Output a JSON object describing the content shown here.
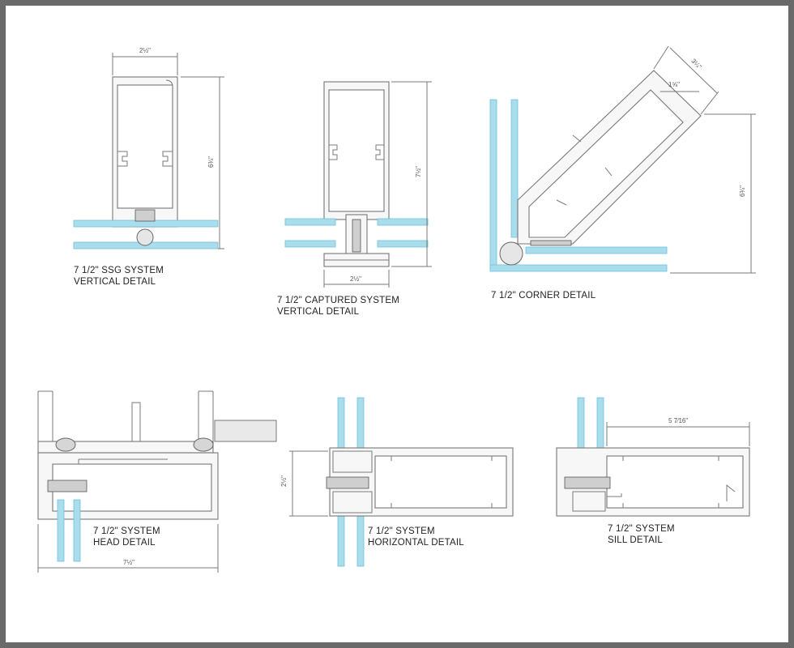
{
  "details": [
    {
      "id": "ssg",
      "lines": [
        "7 1/2\" SSG SYSTEM",
        "VERTICAL DETAIL"
      ]
    },
    {
      "id": "captured",
      "lines": [
        "7 1/2\" CAPTURED SYSTEM",
        "VERTICAL DETAIL"
      ]
    },
    {
      "id": "corner",
      "lines": [
        "7 1/2\" CORNER DETAIL"
      ]
    },
    {
      "id": "head",
      "lines": [
        "7 1/2\" SYSTEM",
        "HEAD DETAIL"
      ]
    },
    {
      "id": "horizontal",
      "lines": [
        "7 1/2\" SYSTEM",
        "HORIZONTAL DETAIL"
      ]
    },
    {
      "id": "sill",
      "lines": [
        "7 1/2\" SYSTEM",
        "SILL DETAIL"
      ]
    }
  ],
  "dimensions": {
    "ssg_width": "2½\"",
    "ssg_height": "6¾\"",
    "captured_height": "7½\"",
    "captured_width": "2½\"",
    "corner_leg": "3¼\"",
    "corner_small": "1⅝\"",
    "corner_height": "6¾\"",
    "head_width": "7½\"",
    "horizontal_height": "2½\"",
    "sill_width": "5 7⁄16\""
  },
  "colors": {
    "glass": "#a9ddec",
    "frame": "#f7f7f7",
    "background": "#6a6a6a"
  }
}
